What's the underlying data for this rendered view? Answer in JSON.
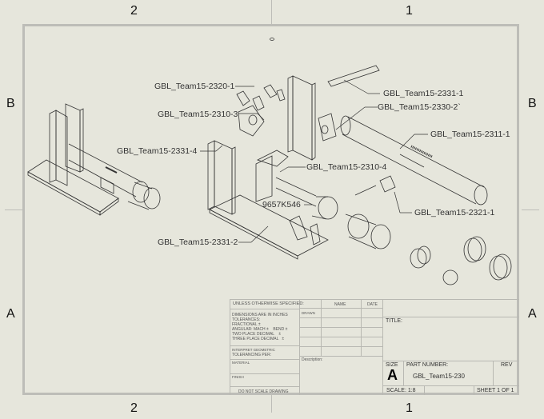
{
  "zones": {
    "top": [
      "2",
      "1"
    ],
    "bottom": [
      "2",
      "1"
    ],
    "left": [
      "B",
      "A"
    ],
    "right": [
      "B",
      "A"
    ]
  },
  "balloons": [
    {
      "id": "b1",
      "text": "GBL_Team15-2320-1"
    },
    {
      "id": "b2",
      "text": "GBL_Team15-2310-3"
    },
    {
      "id": "b3",
      "text": "GBL_Team15-2331-4"
    },
    {
      "id": "b4",
      "text": "GBL_Team15-2331-1"
    },
    {
      "id": "b5",
      "text": "GBL_Team15-2330-2`"
    },
    {
      "id": "b6",
      "text": "GBL_Team15-2311-1"
    },
    {
      "id": "b7",
      "text": "GBL_Team15-2310-4"
    },
    {
      "id": "b8",
      "text": "9657K546"
    },
    {
      "id": "b9",
      "text": "GBL_Team15-2321-1"
    },
    {
      "id": "b10",
      "text": "GBL_Team15-2331-2"
    }
  ],
  "title_block": {
    "unless_specified": "UNLESS OTHERWISE SPECIFIED:",
    "dimensions": "DIMENSIONS ARE IN INCHES",
    "tolerances": "TOLERANCES:",
    "fractional": "FRACTIONAL ±",
    "angular": "ANGULAR: MACH ±    BEND ±",
    "two_place": "TWO PLACE DECIMAL    ±",
    "three_place": "THREE PLACE DECIMAL   ±",
    "interpret_geo": "INTERPRET GEOMETRIC",
    "tolerancing_per": "TOLERANCING PER:",
    "material": "MATERIAL",
    "finish": "FINISH",
    "do_not_scale": "DO NOT SCALE DRAWING",
    "name_header": "NAME",
    "date_header": "DATE",
    "drawn": "DRAWN",
    "description": "Description:",
    "title_label": "TITLE:",
    "size_label": "SIZE",
    "size_value": "A",
    "part_number_label": "PART NUMBER:",
    "part_number_value": "GBL_Team15-230",
    "rev_label": "REV",
    "scale": "SCALE: 1:8",
    "sheet": "SHEET 1 OF 1"
  }
}
